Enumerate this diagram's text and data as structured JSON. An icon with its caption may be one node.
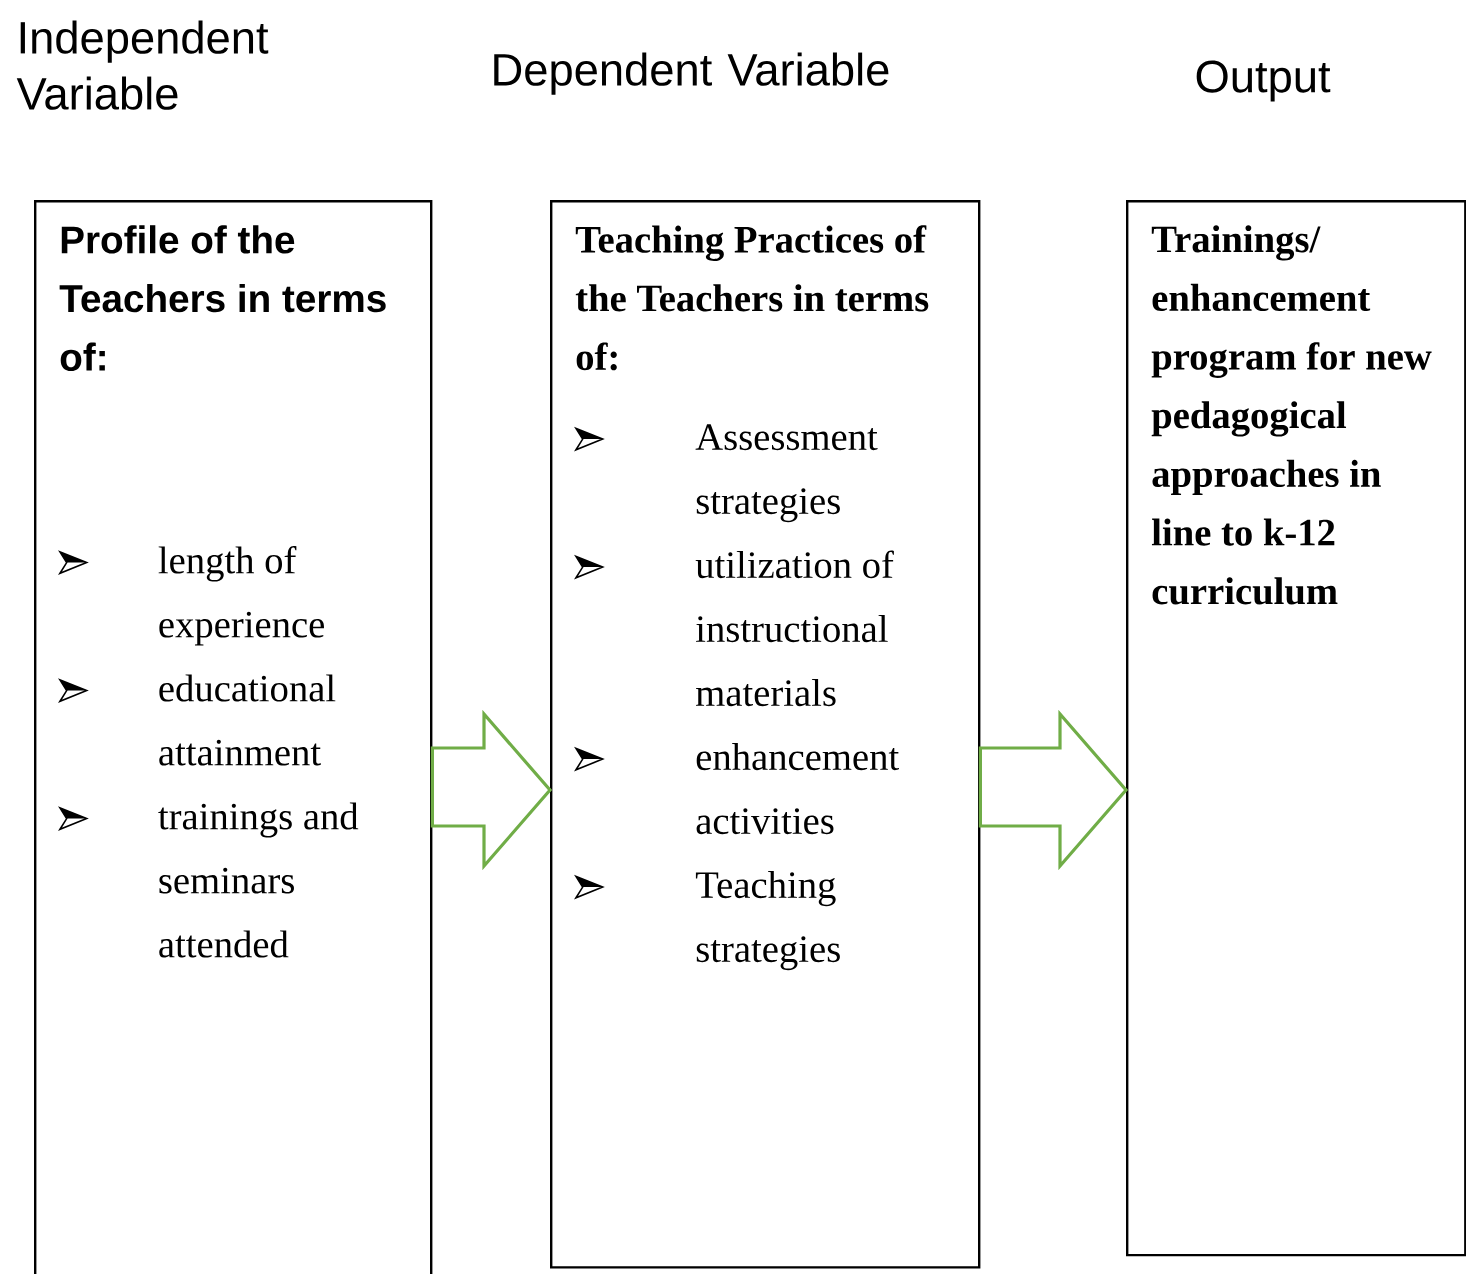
{
  "diagram": {
    "nodes": [
      {
        "text": [
          "Independent Variable",
          "Profile of the Teachers in terms of:",
          "length of experience",
          "educational attainment",
          "trainings and seminars attended"
        ]
      },
      {
        "text": [
          "Dependent Variable",
          "Teaching Practices of the Teachers in terms of:",
          "Assessment strategies",
          "utilization of instructional materials",
          "enhancement activities",
          "Teaching strategies"
        ]
      },
      {
        "text": [
          "Output",
          "Trainings/ enhancement program for new pedagogical approaches in line to k-12 curriculum"
        ]
      }
    ],
    "edges": [
      {
        "from": 0,
        "to": 1,
        "arrow": "to"
      },
      {
        "from": 1,
        "to": 2,
        "arrow": "to"
      }
    ]
  }
}
